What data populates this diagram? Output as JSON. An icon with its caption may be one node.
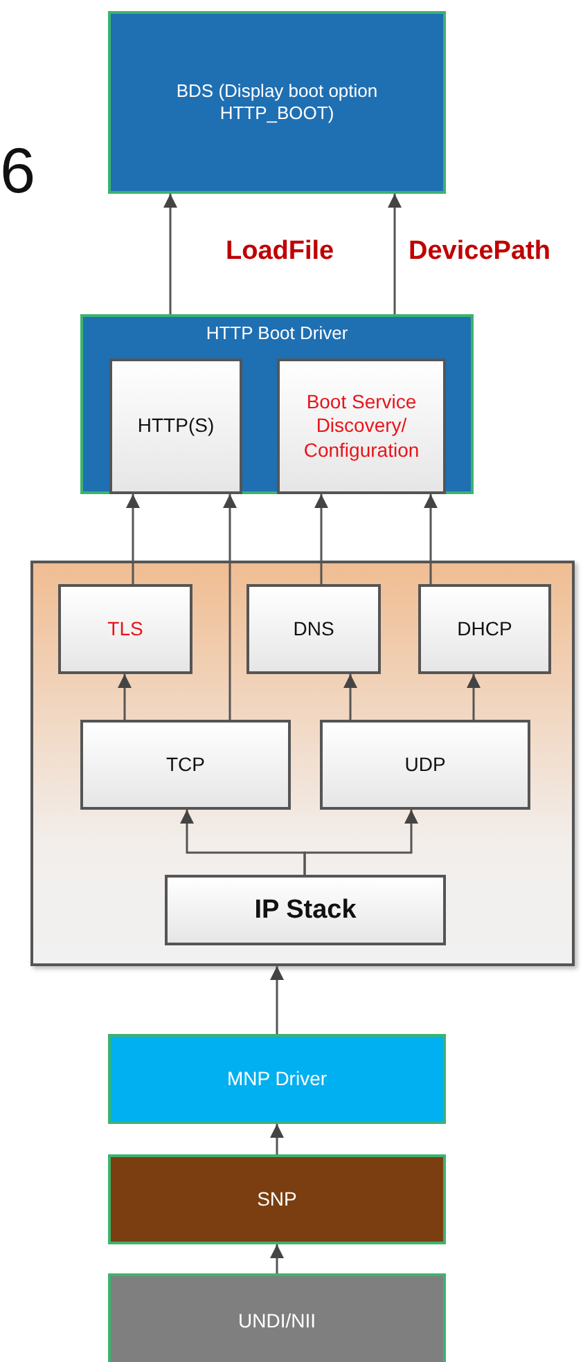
{
  "diagram": {
    "nodes": [
      {
        "text": [
          "BDS (Display boot option HTTP_BOOT)"
        ]
      },
      {
        "text": [
          "HTTP Boot Driver"
        ]
      },
      {
        "text": [
          "HTTP(S)"
        ],
        "in": 1
      },
      {
        "text": [
          "Boot Service Discovery/ Configuration"
        ],
        "in": 1
      },
      {
        "text": [],
        "shape": "box"
      },
      {
        "text": [
          "TLS"
        ],
        "in": 4
      },
      {
        "text": [
          "DNS"
        ],
        "in": 4
      },
      {
        "text": [
          "DHCP"
        ],
        "in": 4
      },
      {
        "text": [
          "TCP"
        ],
        "in": 4
      },
      {
        "text": [
          "UDP"
        ],
        "in": 4
      },
      {
        "text": [
          "IP Stack"
        ],
        "in": 4
      },
      {
        "text": [
          "MNP Driver"
        ]
      },
      {
        "text": [
          "SNP"
        ]
      },
      {
        "text": [
          "UNDI/NII"
        ]
      }
    ],
    "edges": [
      {
        "from": 1,
        "to": 0,
        "arrow": "to",
        "label": "LoadFile"
      },
      {
        "from": 1,
        "to": 0,
        "arrow": "to",
        "label": "DevicePath"
      },
      {
        "from": 5,
        "to": 2,
        "arrow": "to"
      },
      {
        "from": 8,
        "to": 2,
        "arrow": "to"
      },
      {
        "from": 6,
        "to": 3,
        "arrow": "to"
      },
      {
        "from": 7,
        "to": 3,
        "arrow": "to"
      },
      {
        "from": 8,
        "to": 5,
        "arrow": "to"
      },
      {
        "from": 9,
        "to": 6,
        "arrow": "to"
      },
      {
        "from": 9,
        "to": 7,
        "arrow": "to"
      },
      {
        "from": 10,
        "to": 8,
        "arrow": "to"
      },
      {
        "from": 10,
        "to": 9,
        "arrow": "to"
      },
      {
        "from": 11,
        "to": 4,
        "arrow": "to"
      },
      {
        "from": 12,
        "to": 11,
        "arrow": "to"
      },
      {
        "from": 13,
        "to": 12,
        "arrow": "to"
      }
    ],
    "labels": [
      "6"
    ]
  }
}
